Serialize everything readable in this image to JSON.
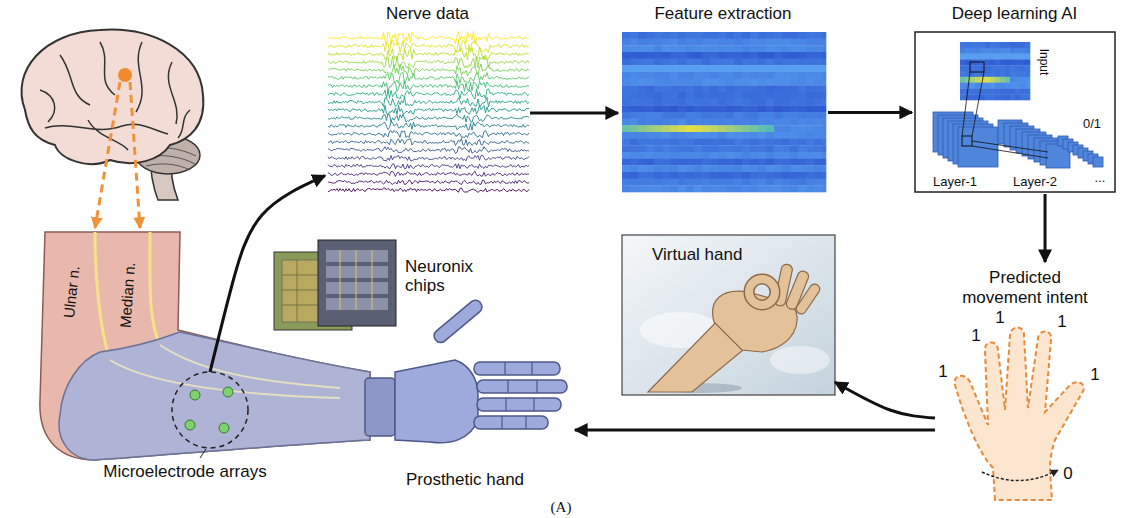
{
  "diagram": {
    "caption": "(A)",
    "nodes": [
      {
        "text": [
          "Nerve data"
        ]
      },
      {
        "text": [
          "Feature extraction"
        ]
      },
      {
        "text": [
          "Deep learning AI"
        ]
      },
      {
        "text": [
          "Virtual hand"
        ]
      },
      {
        "text": [
          "Predicted movement intent"
        ]
      },
      {
        "text": [
          "Microelectrode arrays"
        ]
      },
      {
        "text": [
          "Prosthetic hand"
        ]
      }
    ],
    "edges": [
      {
        "from": 5,
        "to": 0,
        "arrow": "to"
      },
      {
        "from": 0,
        "to": 1,
        "arrow": "to"
      },
      {
        "from": 1,
        "to": 2,
        "arrow": "to"
      },
      {
        "from": 2,
        "to": 4,
        "arrow": "to"
      },
      {
        "from": 4,
        "to": 3,
        "arrow": "to"
      },
      {
        "from": 4,
        "to": 6,
        "arrow": "to"
      }
    ],
    "labels": [
      "Ulnar n.",
      "Median n.",
      "Neuronix chips",
      "Input",
      "Layer-1",
      "Layer-2",
      "0/1",
      "...",
      "1",
      "1",
      "1",
      "1",
      "1",
      "0"
    ]
  }
}
